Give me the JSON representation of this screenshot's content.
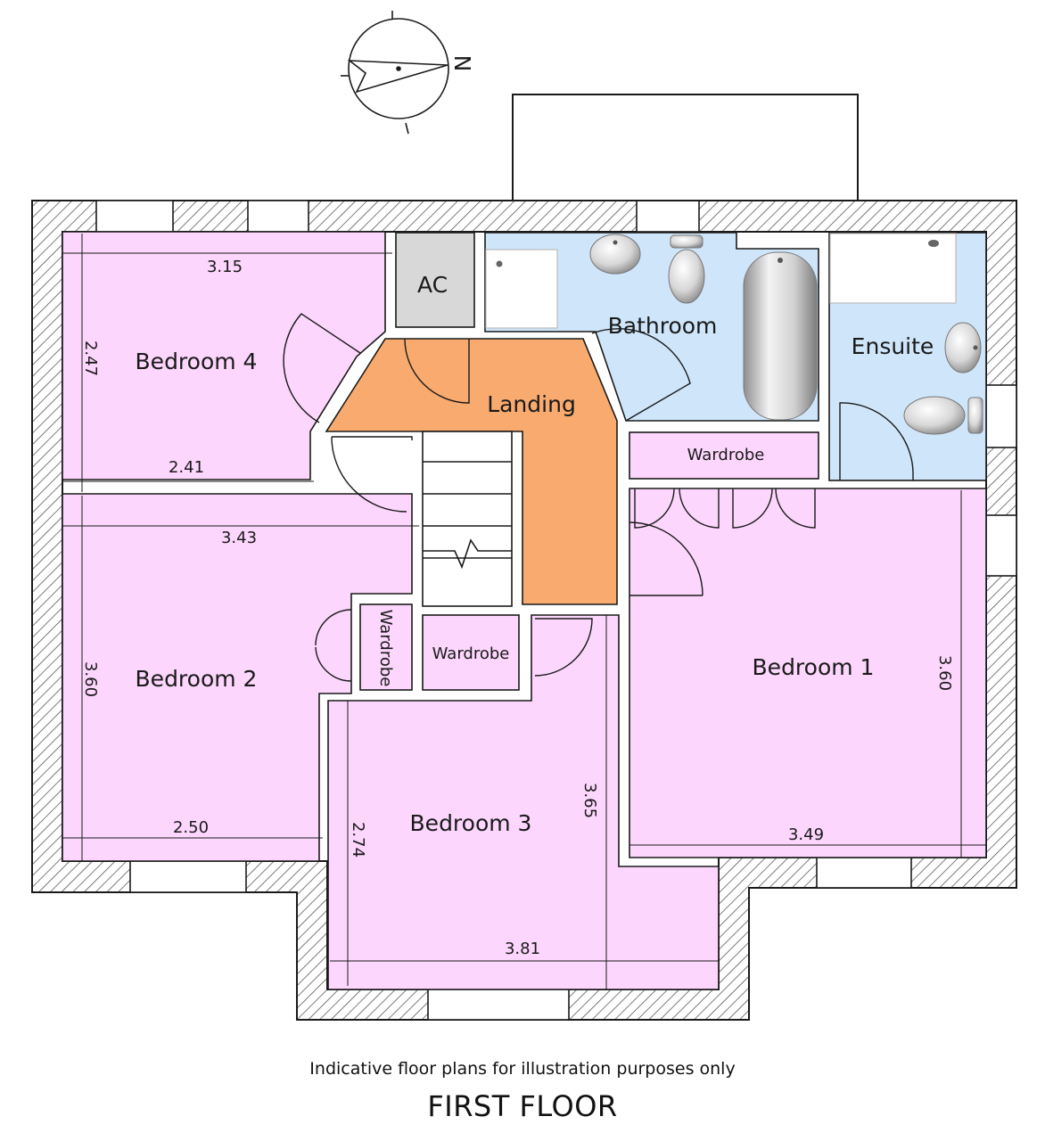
{
  "rooms": {
    "bedroom1": "Bedroom 1",
    "bedroom2": "Bedroom 2",
    "bedroom3": "Bedroom 3",
    "bedroom4": "Bedroom 4",
    "bathroom": "Bathroom",
    "ensuite": "Ensuite",
    "landing": "Landing",
    "ac": "AC",
    "wardrobe_b1": "Wardrobe",
    "wardrobe_b2": "Wardrobe",
    "wardrobe_b3": "Wardrobe"
  },
  "dimensions": {
    "b4_width": "3.15",
    "b4_depth": "2.47",
    "b4_width_lower": "2.41",
    "b2_width": "3.43",
    "b2_depth": "3.60",
    "b2_width_lower": "2.50",
    "b3_depth_left": "2.74",
    "b3_depth_right": "3.65",
    "b3_width": "3.81",
    "b1_depth": "3.60",
    "b1_width": "3.49"
  },
  "compass": {
    "north_label": "N"
  },
  "footer": {
    "disclaimer": "Indicative floor plans for illustration purposes only",
    "floor_title": "FIRST FLOOR"
  },
  "colors": {
    "bedroom": "#fcd6fc",
    "wet_room": "#cfe6fa",
    "landing": "#f9aa6e",
    "ac": "#d8d8d8",
    "wall": "#ffffff",
    "line": "#1a1a1a"
  }
}
